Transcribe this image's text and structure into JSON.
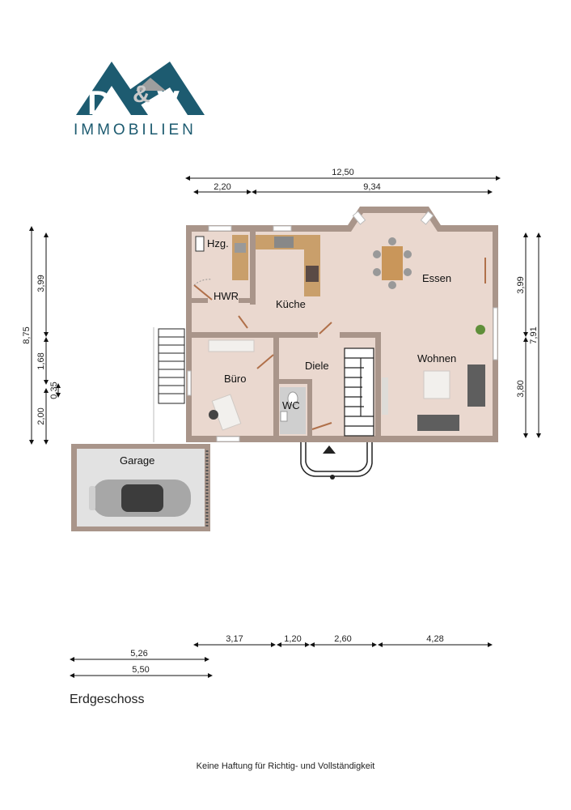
{
  "logo": {
    "mark": "D&V",
    "letter_left": "D",
    "letter_amp": "&",
    "letter_right": "V",
    "subtitle": "IMMOBILIEN",
    "color_primary": "#1d5b70",
    "color_secondary": "#9e9e9e"
  },
  "dimensions": {
    "top_total": "12,50",
    "top_left": "2,20",
    "top_right": "9,34",
    "left_total": "8,75",
    "left_upper": "3,99",
    "left_middle": "1,68",
    "left_small": "0,35",
    "left_lower": "2,00",
    "right_upper": "3,99",
    "right_total": "7,91",
    "right_lower": "3,80",
    "bottom_1": "3,17",
    "bottom_2": "1,20",
    "bottom_3": "2,60",
    "bottom_4": "4,28",
    "garage_1": "5,26",
    "garage_2": "5,50"
  },
  "rooms": {
    "heating": "Hzg.",
    "hwr": "HWR",
    "kitchen": "Küche",
    "dining": "Essen",
    "living": "Wohnen",
    "office": "Büro",
    "hall": "Diele",
    "wc": "WC",
    "garage": "Garage"
  },
  "colors": {
    "wall": "#a9958a",
    "floor": "#ead8cf",
    "dimension": "#222222"
  },
  "floor_label": "Erdgeschoss",
  "disclaimer": "Keine Haftung für Richtig- und Vollständigkeit"
}
